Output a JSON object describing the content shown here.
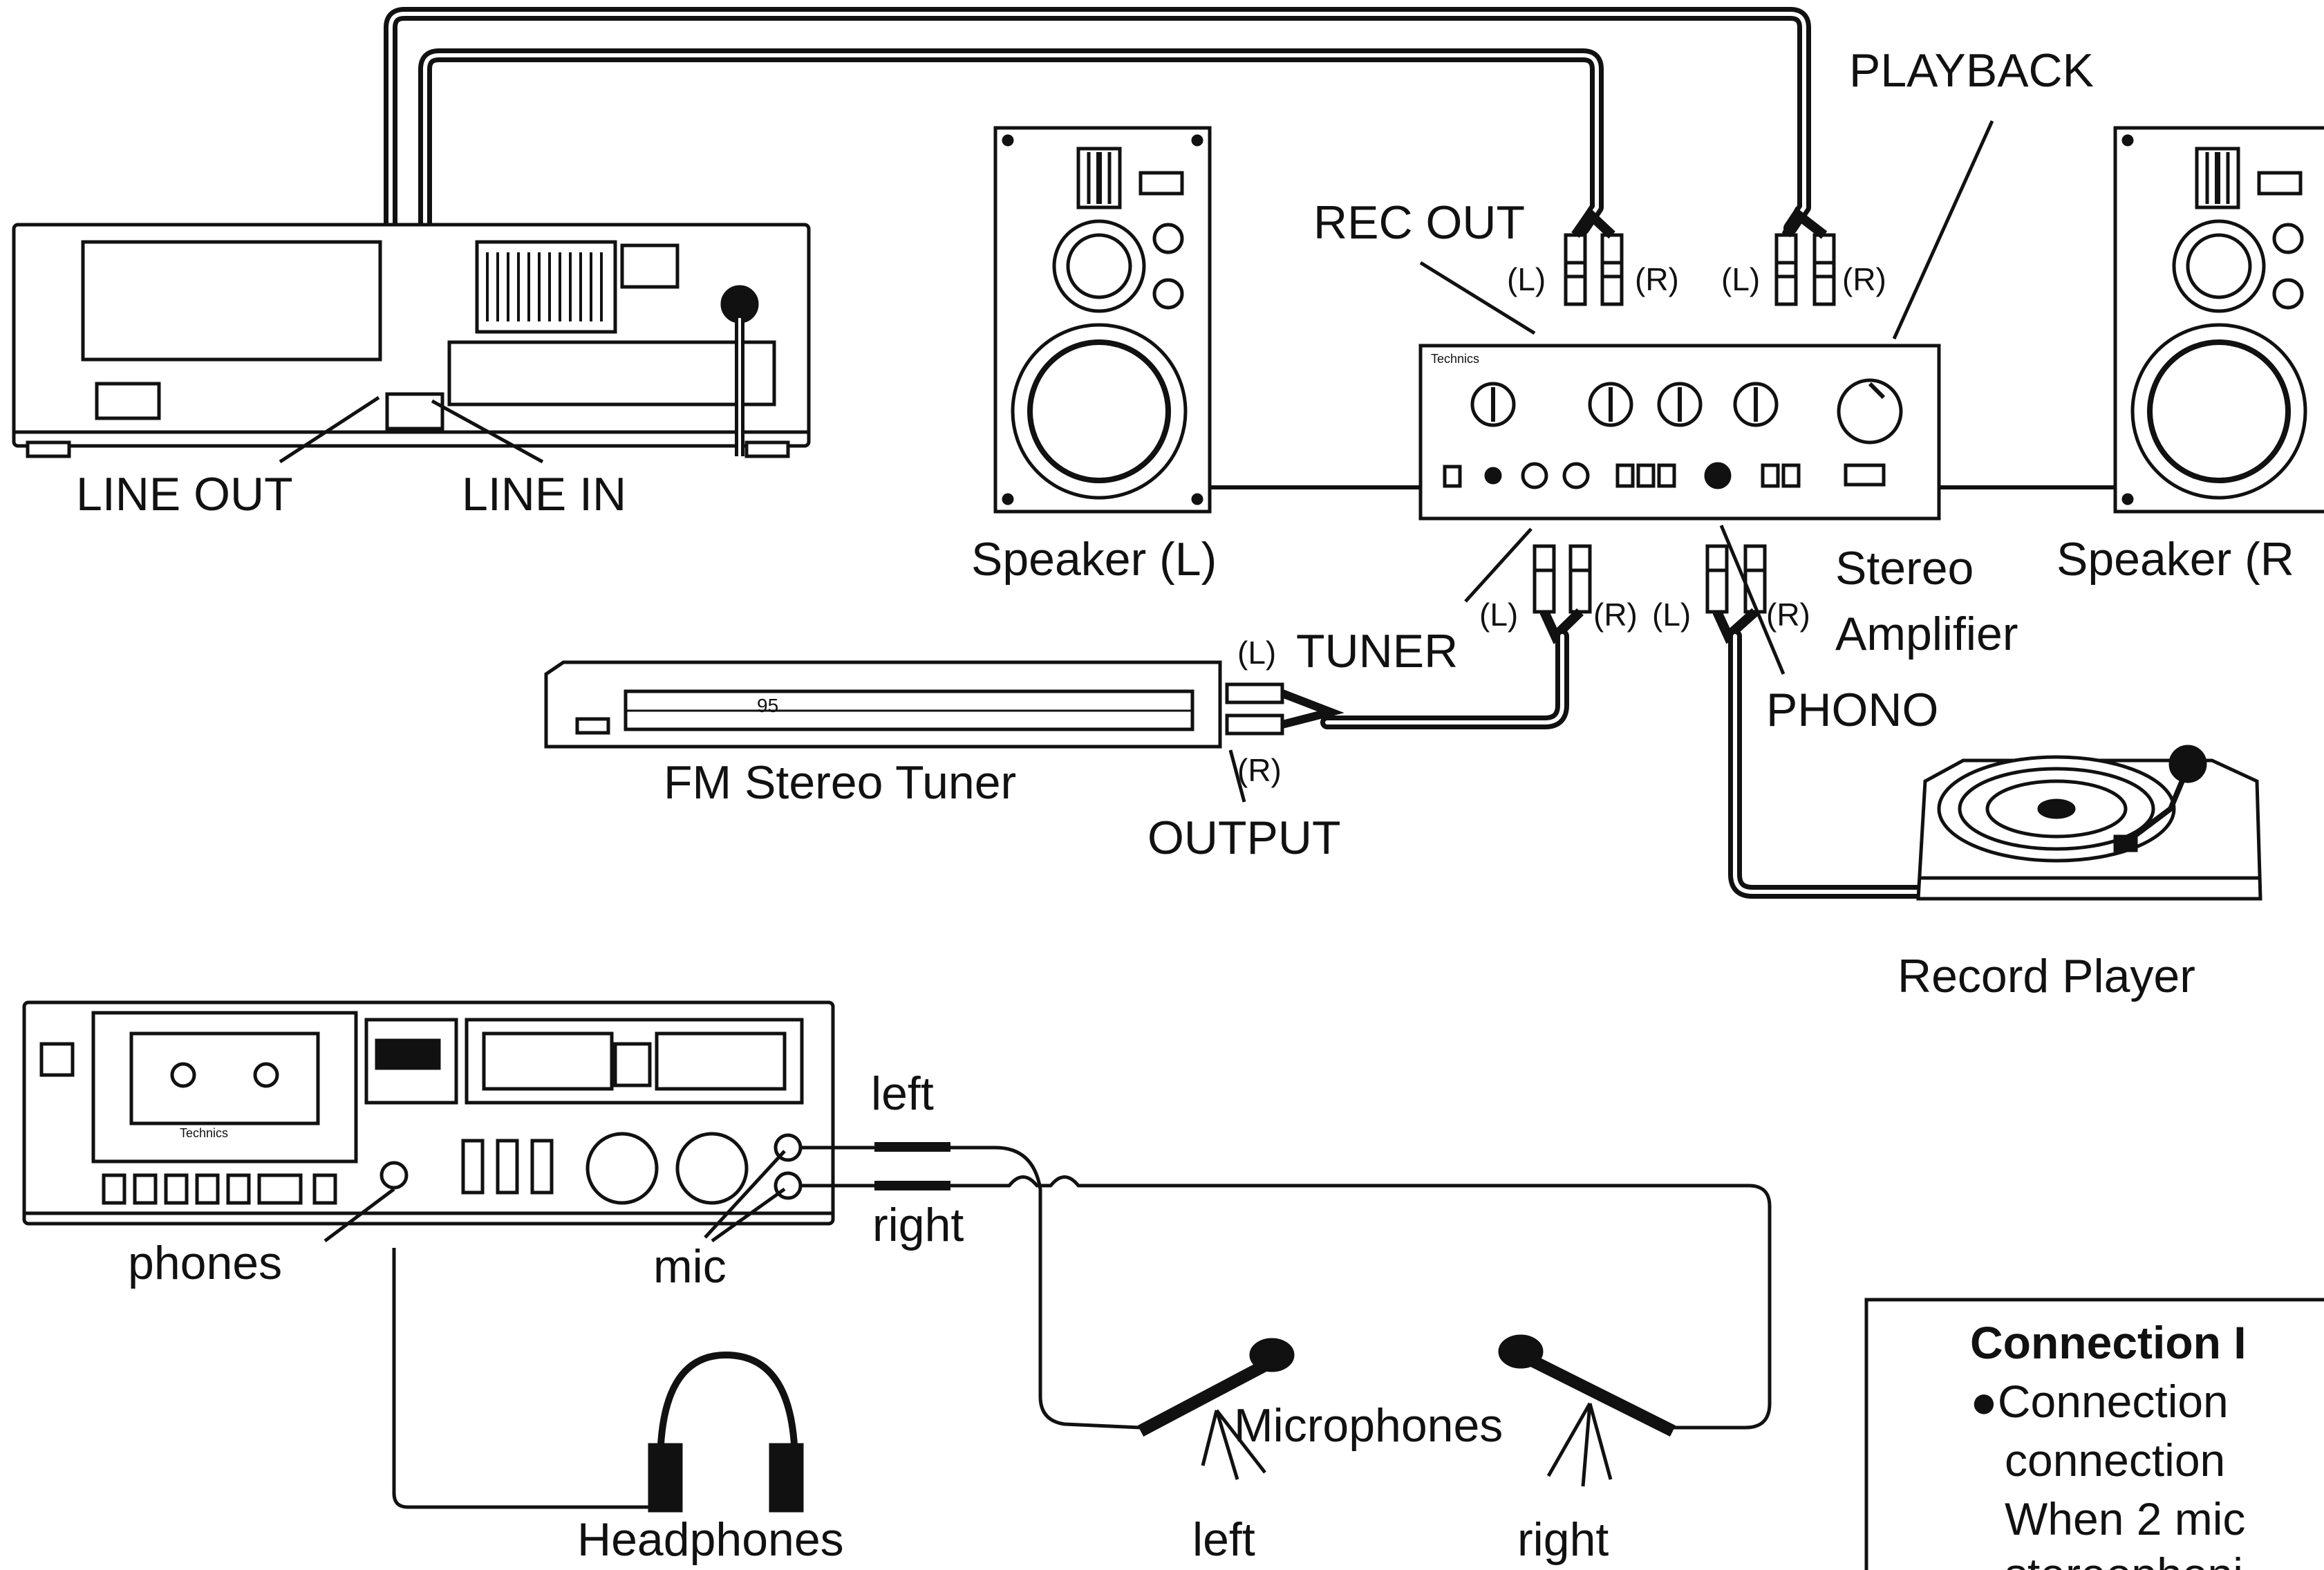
{
  "labels": {
    "playback": "PLAYBACK",
    "rec_out": "REC OUT",
    "rec_l": "(L)",
    "rec_r": "(R)",
    "pb_l": "(L)",
    "pb_r": "(R)",
    "line_out": "LINE OUT",
    "line_in": "LINE IN",
    "speaker_l": "Speaker (L)",
    "speaker_r": "Speaker (R",
    "stereo": "Stereo",
    "amplifier": "Amplifier",
    "tuner": "TUNER",
    "tuner_l_prefix": "(L)",
    "tuner_l": "(L)",
    "tuner_r": "(R)",
    "phono_l": "(L)",
    "phono_r": "(R)",
    "phono": "PHONO",
    "fm_tuner": "FM Stereo Tuner",
    "output_r": "(R)",
    "output": "OUTPUT",
    "record_player": "Record Player",
    "left_in": "left",
    "right_in": "right",
    "phones": "phones",
    "mic": "mic",
    "microphones": "Microphones",
    "headphones": "Headphones",
    "mic_left": "left",
    "mic_right": "right"
  },
  "note_box": {
    "title": "Connection I",
    "line1": "●Connection",
    "line2": "connection",
    "line3": "When 2 mic",
    "line4": "stereophoni"
  },
  "brand_marks": {
    "amp_brand": "Technics",
    "deck_brand": "Technics",
    "tuner_display": "95"
  }
}
